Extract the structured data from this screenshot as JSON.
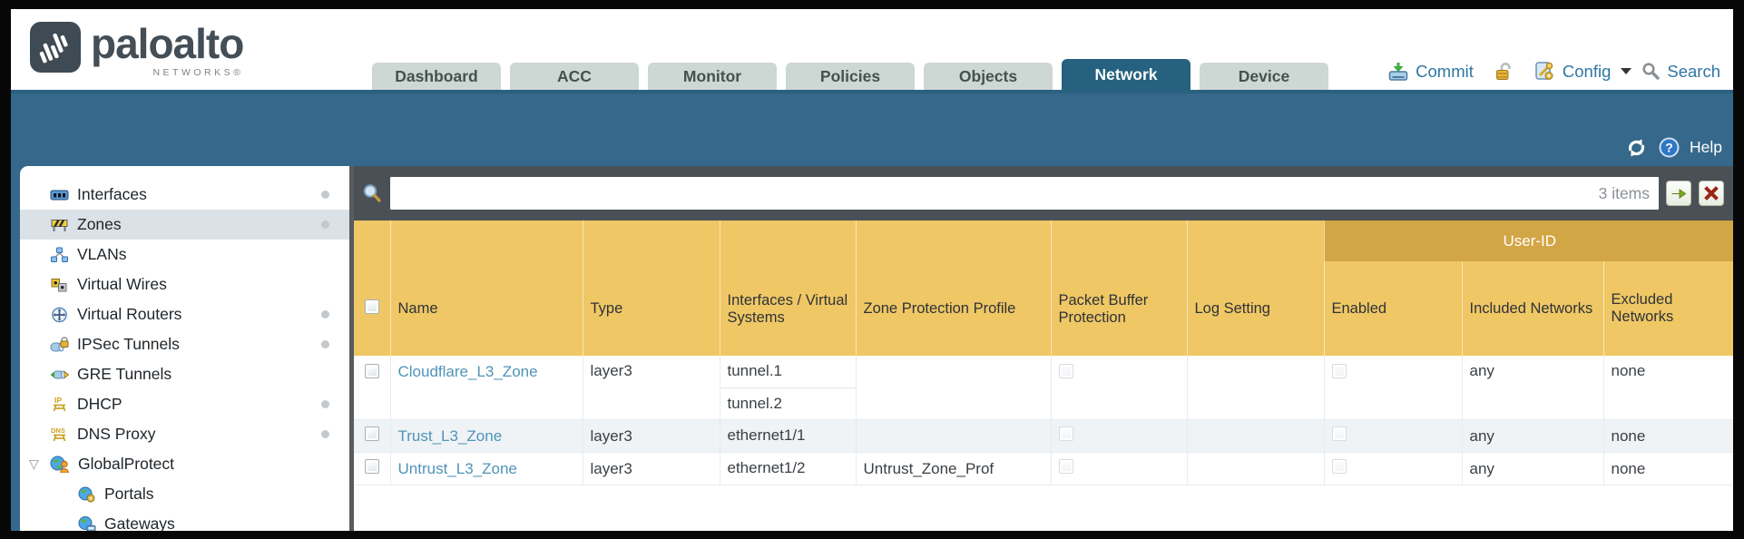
{
  "colors": {
    "teal_band": "#35688a",
    "active_tab": "#26617f",
    "header_amber": "#efc765",
    "user_id_amber": "#d2a644",
    "link_blue": "#4f93b8",
    "filterbar_gray": "#4a5056"
  },
  "brand": {
    "name": "paloalto",
    "subtitle": "NETWORKS®",
    "logo_icon": "paloalto-waveform-icon"
  },
  "nav": {
    "tabs": [
      {
        "label": "Dashboard",
        "active": false
      },
      {
        "label": "ACC",
        "active": false
      },
      {
        "label": "Monitor",
        "active": false
      },
      {
        "label": "Policies",
        "active": false
      },
      {
        "label": "Objects",
        "active": false
      },
      {
        "label": "Network",
        "active": true
      },
      {
        "label": "Device",
        "active": false
      }
    ]
  },
  "header_actions": {
    "commit_label": "Commit",
    "config_label": "Config",
    "search_label": "Search",
    "icons": [
      "commit-icon",
      "unlock-icon",
      "config-icon",
      "caret-down-icon",
      "search-icon"
    ]
  },
  "toolbar": {
    "help_label": "Help",
    "icons": [
      "refresh-icon",
      "help-icon"
    ]
  },
  "sidebar": {
    "items": [
      {
        "label": "Interfaces",
        "icon": "interfaces-icon",
        "dot": true,
        "selected": false,
        "indent": 0
      },
      {
        "label": "Zones",
        "icon": "zones-icon",
        "dot": true,
        "selected": true,
        "indent": 0
      },
      {
        "label": "VLANs",
        "icon": "vlans-icon",
        "dot": false,
        "selected": false,
        "indent": 0
      },
      {
        "label": "Virtual Wires",
        "icon": "virtual-wires-icon",
        "dot": false,
        "selected": false,
        "indent": 0
      },
      {
        "label": "Virtual Routers",
        "icon": "virtual-routers-icon",
        "dot": true,
        "selected": false,
        "indent": 0
      },
      {
        "label": "IPSec Tunnels",
        "icon": "ipsec-tunnels-icon",
        "dot": true,
        "selected": false,
        "indent": 0
      },
      {
        "label": "GRE Tunnels",
        "icon": "gre-tunnels-icon",
        "dot": false,
        "selected": false,
        "indent": 0
      },
      {
        "label": "DHCP",
        "icon": "dhcp-icon",
        "dot": true,
        "selected": false,
        "indent": 0
      },
      {
        "label": "DNS Proxy",
        "icon": "dns-proxy-icon",
        "dot": true,
        "selected": false,
        "indent": 0
      },
      {
        "label": "GlobalProtect",
        "icon": "globalprotect-icon",
        "dot": false,
        "selected": false,
        "indent": 0,
        "expanded": true
      },
      {
        "label": "Portals",
        "icon": "portals-icon",
        "dot": false,
        "selected": false,
        "indent": 1
      },
      {
        "label": "Gateways",
        "icon": "gateways-icon",
        "dot": false,
        "selected": false,
        "indent": 1
      }
    ]
  },
  "filterbar": {
    "search_value": "",
    "items_count": "3 items",
    "icons": [
      "magnifier-icon",
      "apply-filter-arrow-icon",
      "clear-filter-x-icon"
    ]
  },
  "table": {
    "group_header": "User-ID",
    "columns": [
      "Name",
      "Type",
      "Interfaces / Virtual Systems",
      "Zone Protection Profile",
      "Packet Buffer Protection",
      "Log Setting",
      "Enabled",
      "Included Networks",
      "Excluded Networks"
    ],
    "rows": [
      {
        "name": "Cloudflare_L3_Zone",
        "type": "layer3",
        "interfaces": [
          "tunnel.1",
          "tunnel.2"
        ],
        "zone_protection_profile": "",
        "packet_buffer_protection": false,
        "log_setting": "",
        "enabled": false,
        "included_networks": "any",
        "excluded_networks": "none"
      },
      {
        "name": "Trust_L3_Zone",
        "type": "layer3",
        "interfaces": [
          "ethernet1/1"
        ],
        "zone_protection_profile": "",
        "packet_buffer_protection": false,
        "log_setting": "",
        "enabled": false,
        "included_networks": "any",
        "excluded_networks": "none"
      },
      {
        "name": "Untrust_L3_Zone",
        "type": "layer3",
        "interfaces": [
          "ethernet1/2"
        ],
        "zone_protection_profile": "Untrust_Zone_Prof",
        "packet_buffer_protection": false,
        "log_setting": "",
        "enabled": false,
        "included_networks": "any",
        "excluded_networks": "none"
      }
    ]
  }
}
